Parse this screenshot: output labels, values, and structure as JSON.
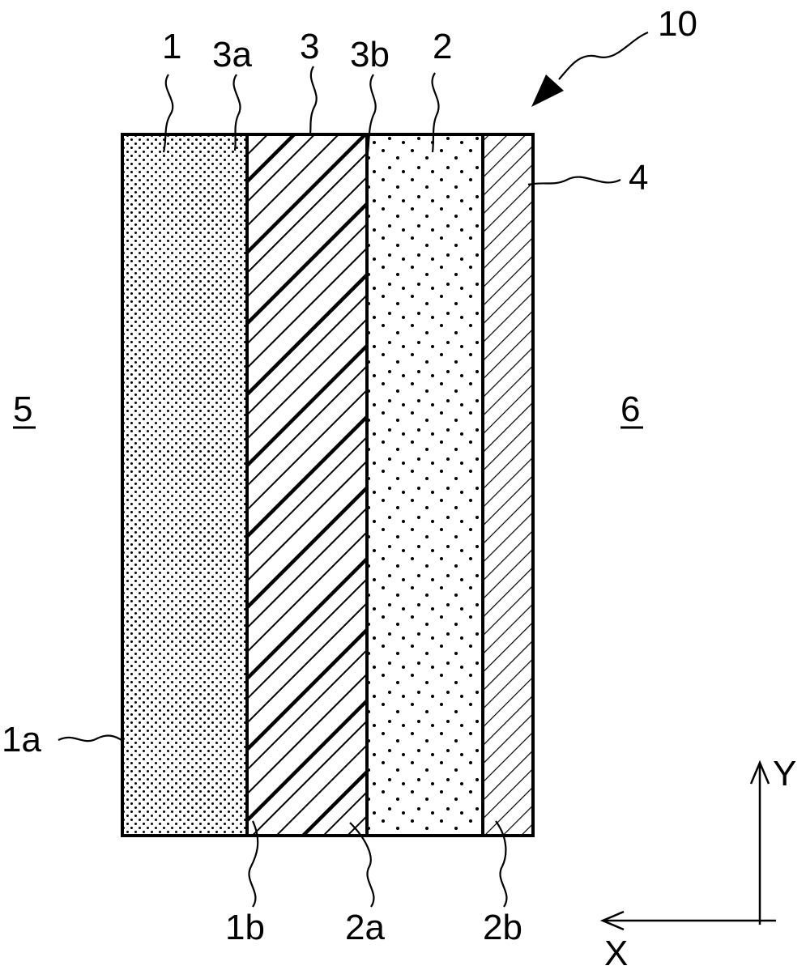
{
  "figure": {
    "assembly_label": "10",
    "layers": {
      "layer1": "1",
      "layer3": "3",
      "layer2": "2",
      "layer4": "4"
    },
    "surfaces": {
      "s3a": "3a",
      "s3b": "3b",
      "s1a": "1a",
      "s1b": "1b",
      "s2a": "2a",
      "s2b": "2b"
    },
    "regions": {
      "left": "5",
      "right": "6"
    },
    "axes": {
      "y": "Y",
      "x": "X"
    }
  }
}
